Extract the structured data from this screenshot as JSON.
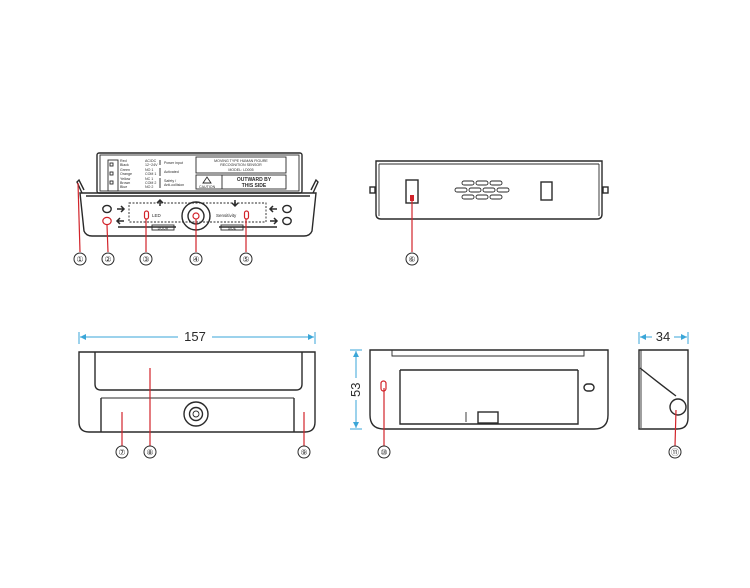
{
  "sensor_label": {
    "title_1": "MOVING TYPE HUMAN FIGURE",
    "title_2": "RECOGNITION SENSOR",
    "model": "MODEL: LD005",
    "caution": "CAUTION",
    "outward_1": "OUTWARD BY",
    "outward_2": "THIS SIDE",
    "wires": [
      "Red",
      "Black",
      "Green",
      "Orange",
      "Yellow",
      "Brown",
      "Blue"
    ],
    "terminals": [
      "AC/DC",
      "12~24V",
      "NO 1",
      "COM 1",
      "NC 1",
      "COM 2",
      "NO 2"
    ],
    "groups": [
      "Power input",
      "Activated",
      "Safety /",
      "Anti-collision"
    ]
  },
  "panel": {
    "led": "LED",
    "sensitivity": "Sensitivity",
    "door": "DOOR",
    "side": "SIDE"
  },
  "dimensions": {
    "width": "157",
    "height": "53",
    "depth": "34"
  },
  "callouts": [
    "①",
    "②",
    "③",
    "④",
    "⑤",
    "⑥",
    "⑦",
    "⑧",
    "⑨",
    "⑩",
    "⑪"
  ]
}
